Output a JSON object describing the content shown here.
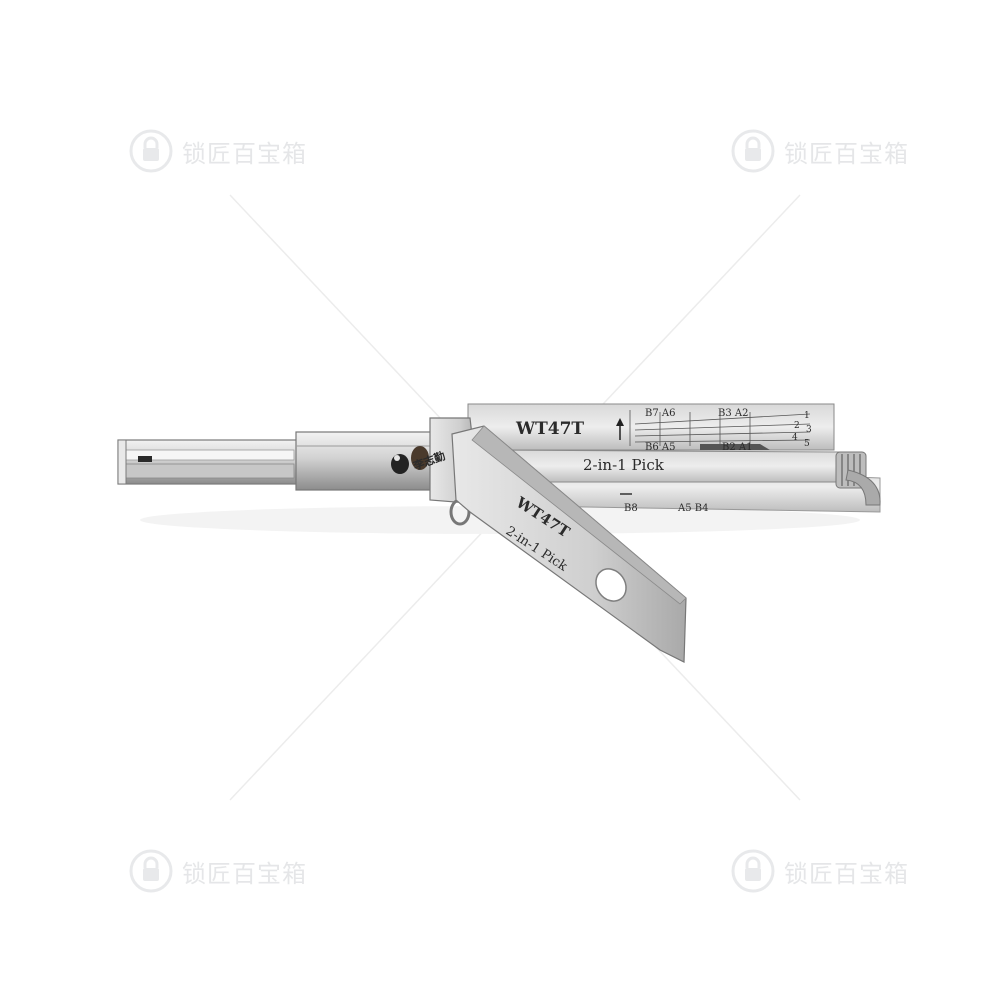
{
  "product": {
    "model_upper": "WT47T",
    "label_upper": "2-in-1 Pick",
    "model_lower": "WT47T",
    "label_lower": "2-in-1 Pick",
    "code_row_top_a": "B7 A6",
    "code_row_top_b": "B3 A2",
    "code_row_mid_a": "B6 A5",
    "code_row_mid_b": "B2 A1",
    "code_row_low_a": "B8",
    "code_row_low_b": "A5 B4",
    "scale_1": "1",
    "scale_2": "2",
    "scale_3": "3",
    "scale_4": "4",
    "scale_5": "5",
    "brand_mark": "李志勤"
  },
  "watermark": {
    "text": "锁匠百宝箱"
  },
  "colors": {
    "steel_light": "#e6e6e6",
    "steel_mid": "#c4c4c4",
    "steel_dark": "#7a7a7a",
    "engraving": "#2b2b2b"
  }
}
